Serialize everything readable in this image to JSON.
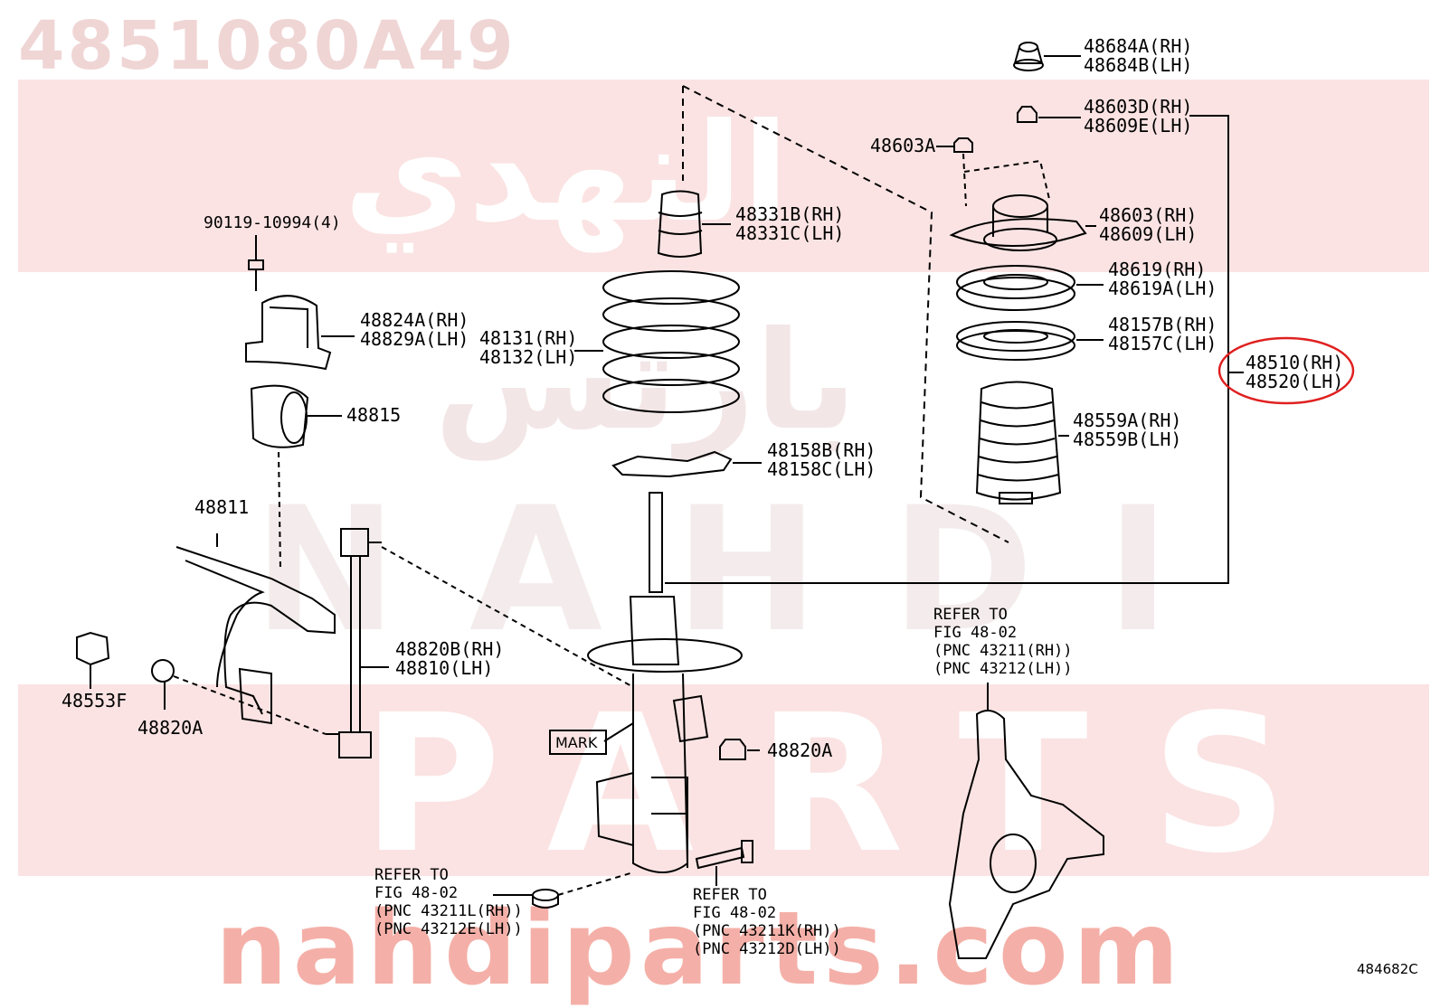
{
  "title": "4851080A49",
  "watermark": {
    "arabic_top": "النهدي",
    "arabic_mid": "بارتس",
    "latin_top": "NAHDI",
    "latin_bottom": "PARTS",
    "site": "nahdiparts.com",
    "band_color": "#fbe3e3",
    "text_color": "#f2c6c6",
    "site_color": "#f4b0a8"
  },
  "labels": {
    "p48684": [
      "48684A(RH)",
      "48684B(LH)"
    ],
    "p48603D": [
      "48603D(RH)",
      "48609E(LH)"
    ],
    "p48603A": "48603A",
    "p48603": [
      "48603(RH)",
      "48609(LH)"
    ],
    "p48619": [
      "48619(RH)",
      "48619A(LH)"
    ],
    "p48157": [
      "48157B(RH)",
      "48157C(LH)"
    ],
    "p48510": [
      "48510(RH)",
      "48520(LH)"
    ],
    "p48559": [
      "48559A(RH)",
      "48559B(LH)"
    ],
    "p48331": [
      "48331B(RH)",
      "48331C(LH)"
    ],
    "p48131": [
      "48131(RH)",
      "48132(LH)"
    ],
    "p48158": [
      "48158B(RH)",
      "48158C(LH)"
    ],
    "p90119": "90119-10994(4)",
    "p48824": [
      "48824A(RH)",
      "48829A(LH)"
    ],
    "p48815": "48815",
    "p48811": "48811",
    "p48820B": [
      "48820B(RH)",
      "48810(LH)"
    ],
    "p48553F": "48553F",
    "p48820A_left": "48820A",
    "p48820A_right": "48820A",
    "mark": "MARK",
    "refer_knuckle": [
      "REFER TO",
      "FIG 48-02",
      "(PNC 43211(RH))",
      "(PNC 43212(LH))"
    ],
    "refer_nut": [
      "REFER TO",
      "FIG 48-02",
      "(PNC 43211L(RH))",
      "(PNC 43212E(LH))"
    ],
    "refer_bolt": [
      "REFER TO",
      "FIG 48-02",
      "(PNC 43211K(RH))",
      "(PNC 43212D(LH))"
    ],
    "figure_code": "484682C"
  },
  "highlight_color": "#e02020"
}
